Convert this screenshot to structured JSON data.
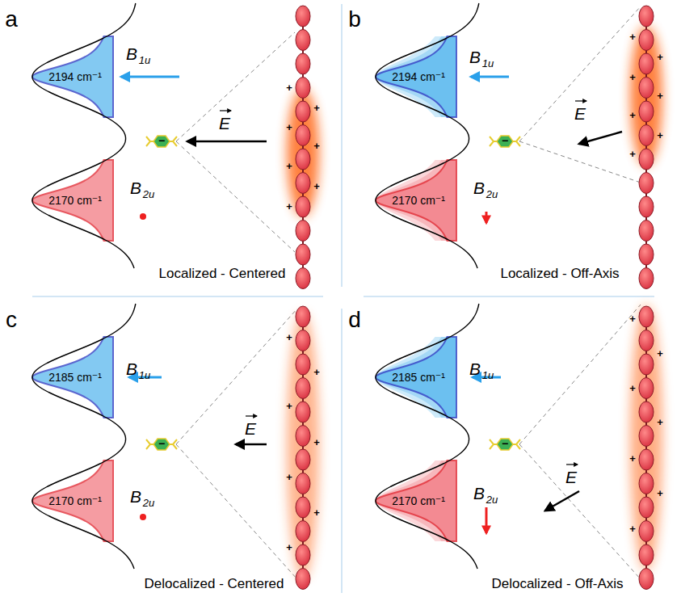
{
  "diagram": {
    "labels": [
      "a",
      "2194 cm⁻¹",
      "B",
      "1u",
      "E",
      "2170 cm⁻¹",
      "B",
      "2u",
      "−",
      "+",
      "+",
      "+",
      "+",
      "+",
      "+",
      "+",
      "Localized - Centered",
      "b",
      "2194 cm⁻¹",
      "B",
      "1u",
      "E",
      "2170 cm⁻¹",
      "B",
      "2u",
      "−",
      "+",
      "+",
      "+",
      "+",
      "+",
      "+",
      "+",
      "Localized - Off-Axis",
      "c",
      "2185 cm⁻¹",
      "B",
      "1u",
      "E",
      "2170 cm⁻¹",
      "B",
      "2u",
      "−",
      "+",
      "+",
      "+",
      "+",
      "+",
      "+",
      "+",
      "Delocalized - Centered",
      "d",
      "2185 cm⁻¹",
      "B",
      "1u",
      "E",
      "2170 cm⁻¹",
      "B",
      "2u",
      "−",
      "+",
      "+",
      "+",
      "+",
      "+",
      "+",
      "+",
      "Delocalized - Off-Axis"
    ]
  }
}
